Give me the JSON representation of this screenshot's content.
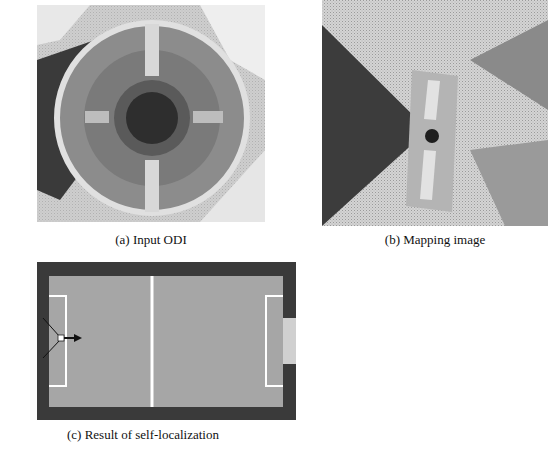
{
  "diagram": {
    "labels": [
      "(a) Input ODI",
      "(b) Mapping image",
      "(c) Result of self-localization"
    ]
  }
}
